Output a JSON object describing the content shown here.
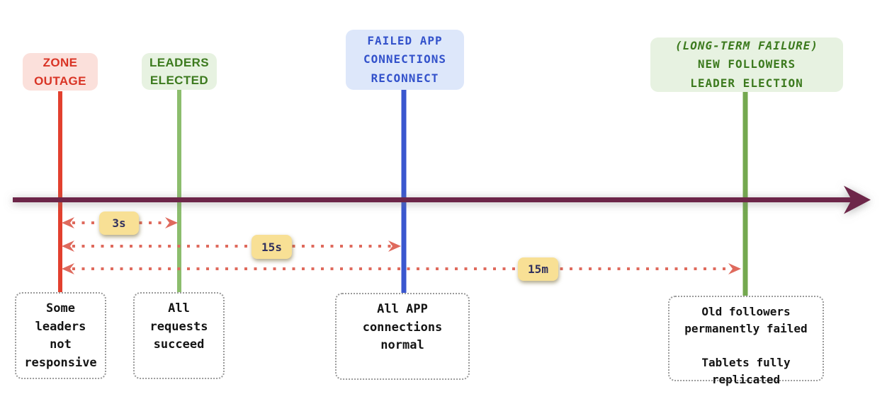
{
  "diagram_title": "zone outage recovery timeline",
  "events": [
    {
      "id": "zone-outage",
      "label": "ZONE\nOUTAGE",
      "note": "Some\nleaders\nnot\nresponsive",
      "line_color": "#e2402e",
      "label_color": "#d93425",
      "label_bg": "#fbe0db"
    },
    {
      "id": "leaders-elected",
      "label": "LEADERS\nELECTED",
      "note": "All\nrequests\nsucceed",
      "line_color": "#8cbd6d",
      "label_color": "#3c7a1e",
      "label_bg": "#e7f2e1"
    },
    {
      "id": "app-reconnect",
      "label": "FAILED APP\nCONNECTIONS\nRECONNECT",
      "note": "All APP\nconnections\nnormal",
      "line_color": "#3a57cf",
      "label_color": "#3352cb",
      "label_bg": "#dde7fa"
    },
    {
      "id": "long-term-failure",
      "label_italic": "(LONG-TERM FAILURE)",
      "label": "NEW FOLLOWERS\nLEADER ELECTION",
      "note": "Old followers\npermanently failed\n\nTablets fully\nreplicated",
      "line_color": "#74a84f",
      "label_color": "#3c7a1e",
      "label_bg": "#e7f2e1"
    }
  ],
  "durations": [
    {
      "label": "3s"
    },
    {
      "label": "15s"
    },
    {
      "label": "15m"
    }
  ],
  "colors": {
    "axis": "#6d2849",
    "duration_arrow": "#df6a5d",
    "badge_bg": "#f8e095",
    "badge_text": "#30305e",
    "note_border": "#9a9a9a"
  }
}
